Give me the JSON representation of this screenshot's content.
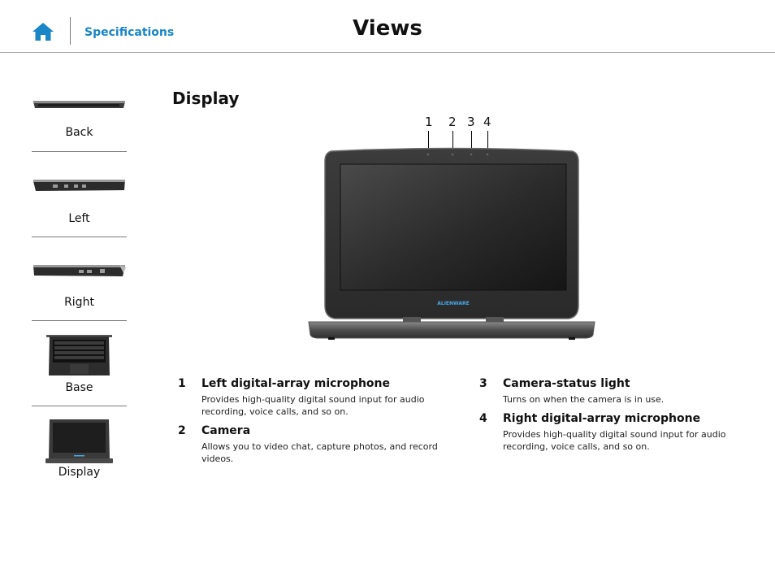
{
  "header": {
    "home_icon": "home-icon",
    "nav_link": "Specifications",
    "title": "Views",
    "accent_color": "#1a85c7"
  },
  "sidebar": {
    "items": [
      {
        "label": "Back",
        "thumbnail": "laptop-back-view"
      },
      {
        "label": "Left",
        "thumbnail": "laptop-left-view"
      },
      {
        "label": "Right",
        "thumbnail": "laptop-right-view"
      },
      {
        "label": "Base",
        "thumbnail": "laptop-base-view"
      },
      {
        "label": "Display",
        "thumbnail": "laptop-display-view"
      }
    ]
  },
  "section": {
    "title": "Display",
    "callouts": [
      "1",
      "2",
      "3",
      "4"
    ],
    "image": {
      "logo_text": "ALIENWARE"
    }
  },
  "descriptions": [
    {
      "number": "1",
      "name": "Left digital-array microphone",
      "text": "Provides high-quality digital sound input for audio recording, voice calls, and so on."
    },
    {
      "number": "2",
      "name": "Camera",
      "text": "Allows you to video chat, capture photos, and record videos."
    },
    {
      "number": "3",
      "name": "Camera-status light",
      "text": "Turns on when the camera is in use."
    },
    {
      "number": "4",
      "name": "Right digital-array microphone",
      "text": "Provides high-quality digital sound input for audio recording, voice calls, and so on."
    }
  ]
}
